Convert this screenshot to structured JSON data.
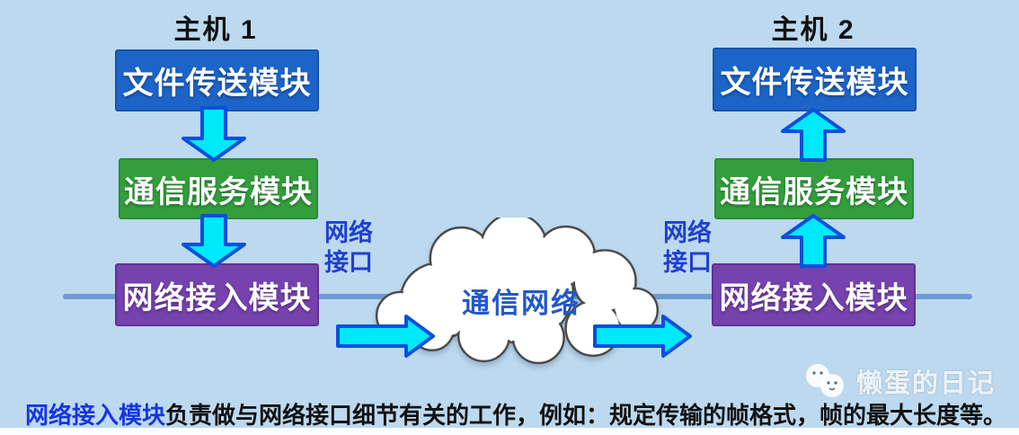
{
  "hosts": [
    {
      "title": "主机 1",
      "modules": [
        {
          "label": "文件传送模块",
          "color": "#1d64c8"
        },
        {
          "label": "通信服务模块",
          "color": "#339f3c"
        },
        {
          "label": "网络接入模块",
          "color": "#7642ae"
        }
      ],
      "flow_direction": "down"
    },
    {
      "title": "主机 2",
      "modules": [
        {
          "label": "文件传送模块",
          "color": "#1d64c8"
        },
        {
          "label": "通信服务模块",
          "color": "#339f3c"
        },
        {
          "label": "网络接入模块",
          "color": "#7642ae"
        }
      ],
      "flow_direction": "up"
    }
  ],
  "network": {
    "cloud_label": "通信网络",
    "interface_left": "网络接口",
    "interface_right": "网络接口"
  },
  "caption": {
    "highlight": "网络接入模块",
    "rest": "负责做与网络接口细节有关的工作，例如：规定传输的帧格式，帧的最大长度等。"
  },
  "watermark": {
    "label": "懒蛋的日记"
  },
  "colors": {
    "background": "#bcd9ef",
    "arrow_fill": "#00e9fa",
    "arrow_stroke": "#0a50dc",
    "interface_text": "#1f3fd0",
    "cloud_text": "#2458c8",
    "caption_highlight": "#1635e0",
    "horizontal_line": "#6f9ad4",
    "cloud_fill": "#ffffff",
    "cloud_outline": "#4a4a4a"
  }
}
